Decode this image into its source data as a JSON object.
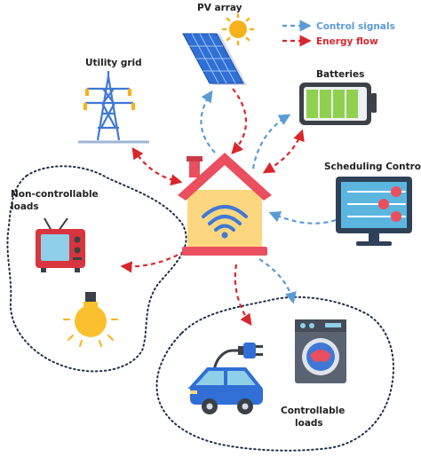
{
  "labels": {
    "pv_array": "PV array",
    "utility_grid": "Utility grid",
    "batteries": "Batteries",
    "scheduling_control": "Scheduling Control",
    "non_controllable_1": "Non-controllable",
    "non_controllable_2": "loads",
    "controllable_1": "Controllable",
    "controllable_2": "loads"
  },
  "legend": {
    "control_signals": "Control signals",
    "energy_flow": "Energy flow"
  },
  "colors": {
    "control_signal": "#5b9bd5",
    "energy_flow": "#d9262c",
    "house_roof": "#e94f5f",
    "house_wall": "#fcd77f",
    "panel_blue": "#2f6fd6",
    "sun": "#f6b21b",
    "battery_green": "#8fd14f"
  },
  "icons": [
    "house-wifi-icon",
    "solar-panel-icon",
    "sun-icon",
    "power-tower-icon",
    "battery-icon",
    "monitor-icon",
    "tv-icon",
    "lightbulb-icon",
    "car-icon",
    "plug-icon",
    "washing-machine-icon"
  ]
}
